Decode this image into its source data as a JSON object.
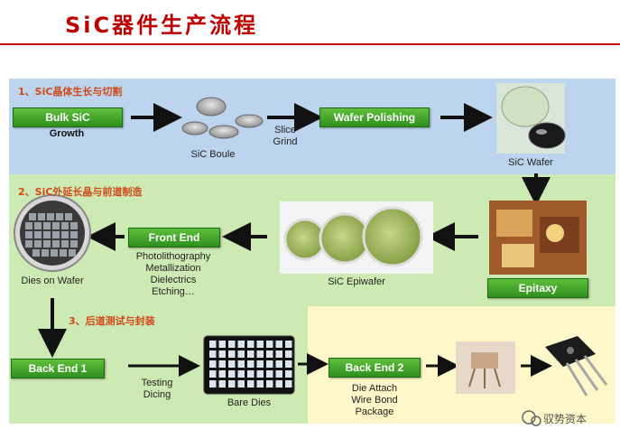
{
  "title": "SiC器件生产流程",
  "sections": {
    "s1": "1、SiC晶体生长与切割",
    "s2": "2、SiC外延长晶与前道制造",
    "s3": "3、后道测试与封装"
  },
  "steps": {
    "bulk": "Bulk SiC",
    "bulk_sub": "Growth",
    "boule": "SiC Boule",
    "slice": "Slice",
    "grind": "Grind",
    "polishing": "Wafer Polishing",
    "wafer": "SiC Wafer",
    "epitaxy": "Epitaxy",
    "epiwafer": "SiC Epiwafer",
    "front_end": "Front End",
    "fe_1": "Photolithography",
    "fe_2": "Metallization",
    "fe_3": "Dielectrics",
    "fe_4": "Etching…",
    "dies_on_wafer": "Dies on Wafer",
    "back_end_1": "Back End 1",
    "testing": "Testing",
    "dicing": "Dicing",
    "bare_dies": "Bare Dies",
    "back_end_2": "Back End 2",
    "die_attach": "Die Attach",
    "wire_bond": "Wire Bond",
    "package": "Package"
  },
  "watermark": "驭势资本",
  "colors": {
    "title": "#c00000",
    "band_blue": "#bcd4ee",
    "band_green": "#cde9b4",
    "band_yellow": "#fdf7c9",
    "box_green": "#3ea62a"
  }
}
